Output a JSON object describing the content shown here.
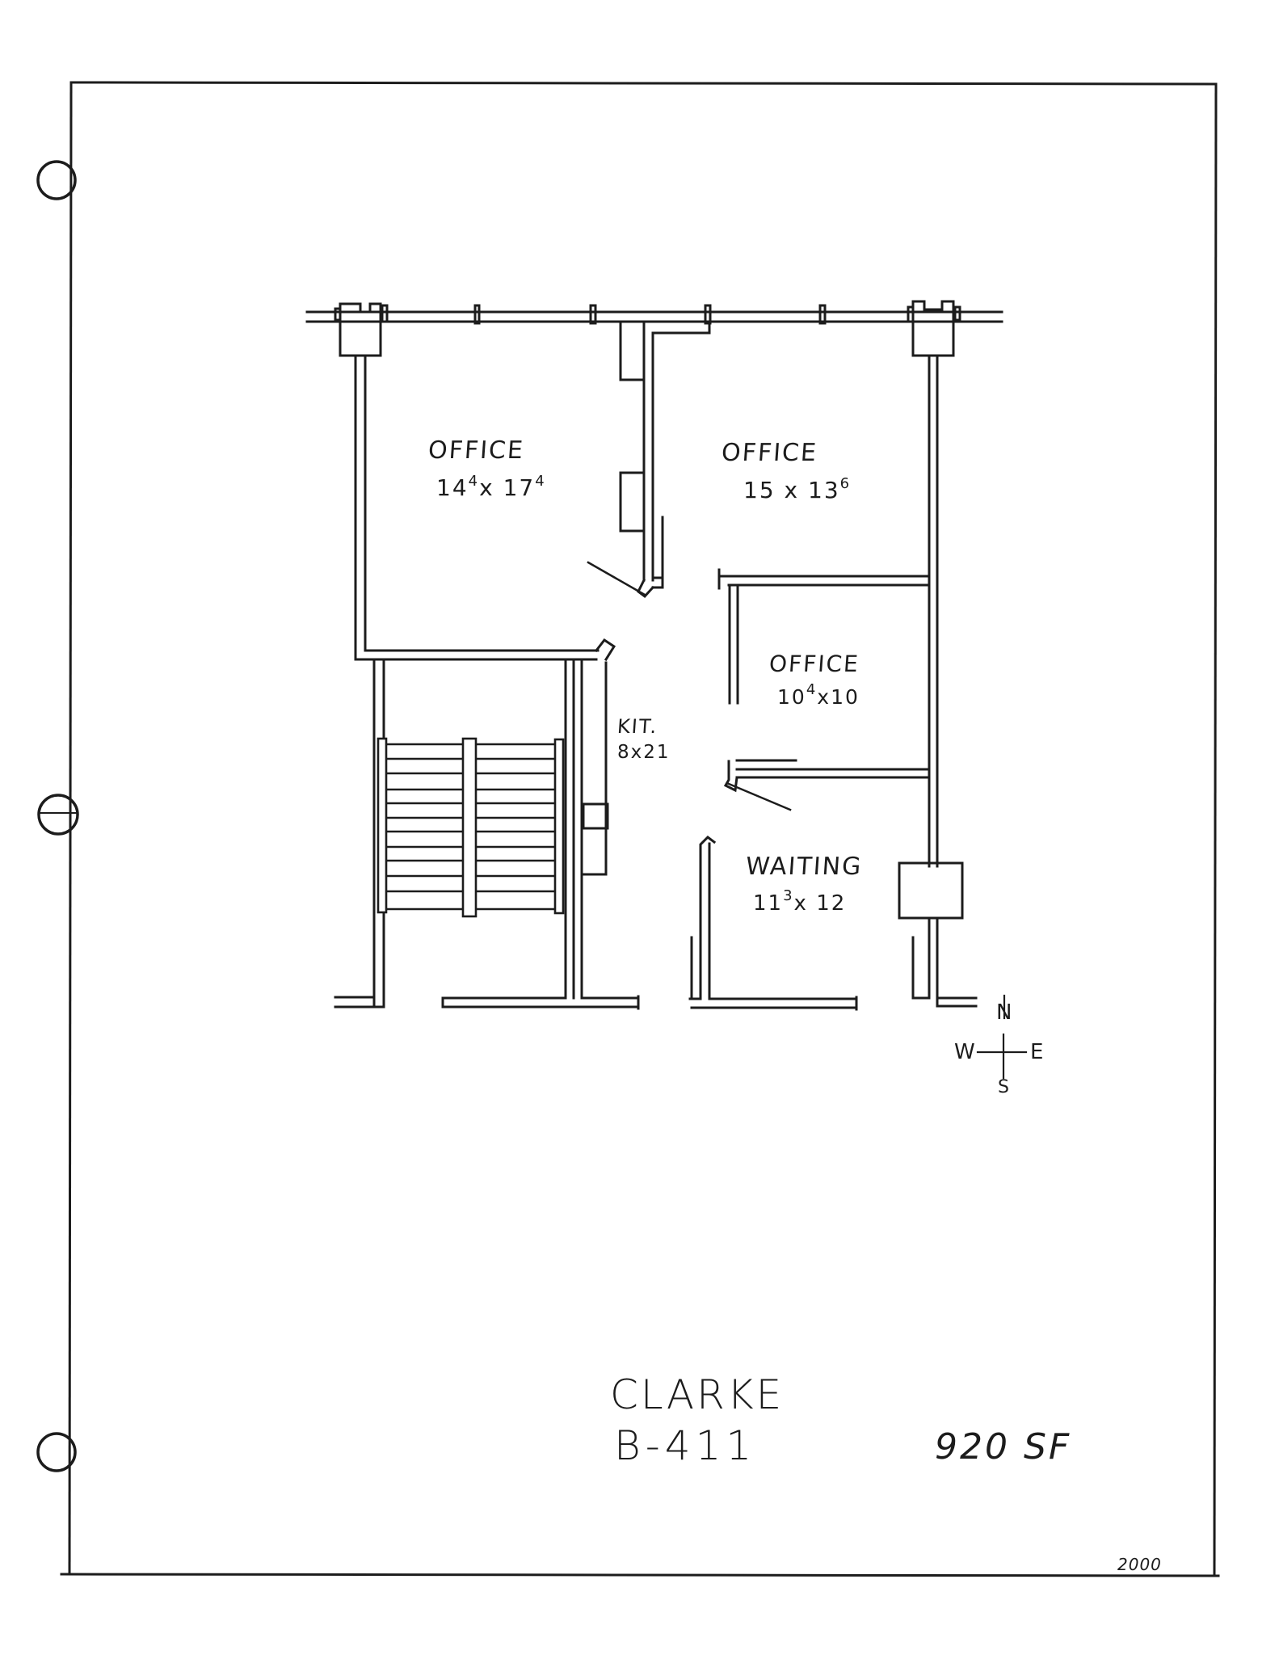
{
  "sheet": {
    "tenant_name": "CLARKE",
    "suite_number": "B-411",
    "area": "920 SF",
    "footer_number": "2000",
    "binder_holes": 3
  },
  "rooms": [
    {
      "name": "OFFICE",
      "dim_a": "14",
      "dim_a_sup": "4",
      "sep": "x",
      "dim_b": "17",
      "dim_b_sup": "4"
    },
    {
      "name": "OFFICE",
      "dim_a": "15",
      "dim_a_sup": "",
      "sep": "x",
      "dim_b": "13",
      "dim_b_sup": "6"
    },
    {
      "name": "OFFICE",
      "dim_a": "10",
      "dim_a_sup": "4",
      "sep": "x",
      "dim_b": "10",
      "dim_b_sup": ""
    },
    {
      "name": "KIT.",
      "dim_a": "8",
      "dim_a_sup": "",
      "sep": "x",
      "dim_b": "21",
      "dim_b_sup": ""
    },
    {
      "name": "WAITING",
      "dim_a": "11",
      "dim_a_sup": "3",
      "sep": "x",
      "dim_b": "12",
      "dim_b_sup": ""
    }
  ],
  "compass": {
    "north": "N",
    "south": "S",
    "east": "E",
    "west": "W"
  },
  "colors": {
    "ink": "#1c1c1c",
    "paper": "#ffffff"
  }
}
